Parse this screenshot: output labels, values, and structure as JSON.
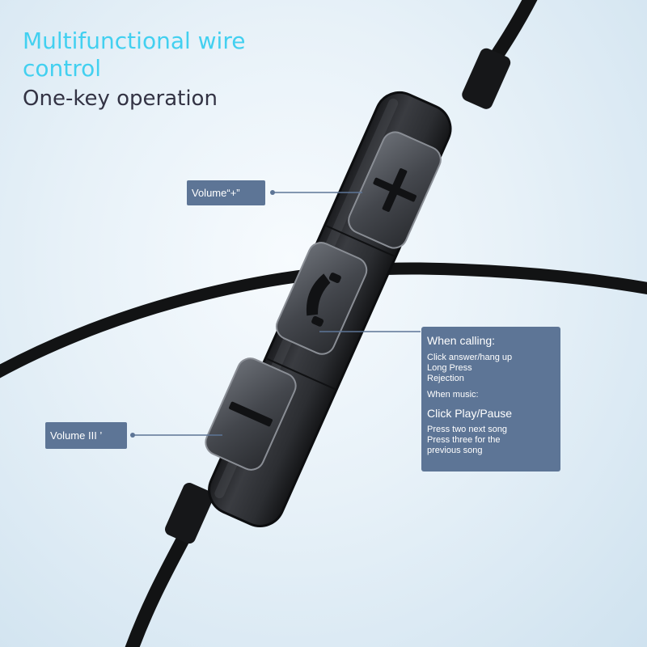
{
  "colors": {
    "headline": "#42d0f0",
    "subline": "#333344",
    "tag_bg": "#5d7596",
    "callout_bg": "#5d7596",
    "cable": "#111213",
    "controller": "#2a2c30",
    "button_face": "#4a4d53"
  },
  "headline": "Multifunctional wire control",
  "subline": "One-key operation",
  "labels": {
    "volume_up": "Volume“+”",
    "volume_down": "Volume III    ’"
  },
  "callout": {
    "title": "When calling:",
    "calling_lines": [
      "Click answer/hang up",
      "Long Press",
      "Rejection"
    ],
    "music_title": "When music:",
    "music_action": "Click Play/Pause",
    "music_lines": [
      "Press two next song",
      "Press three for the",
      "previous song"
    ]
  },
  "icons": {
    "plus": "plus-icon",
    "phone": "phone-icon",
    "minus": "minus-icon"
  }
}
